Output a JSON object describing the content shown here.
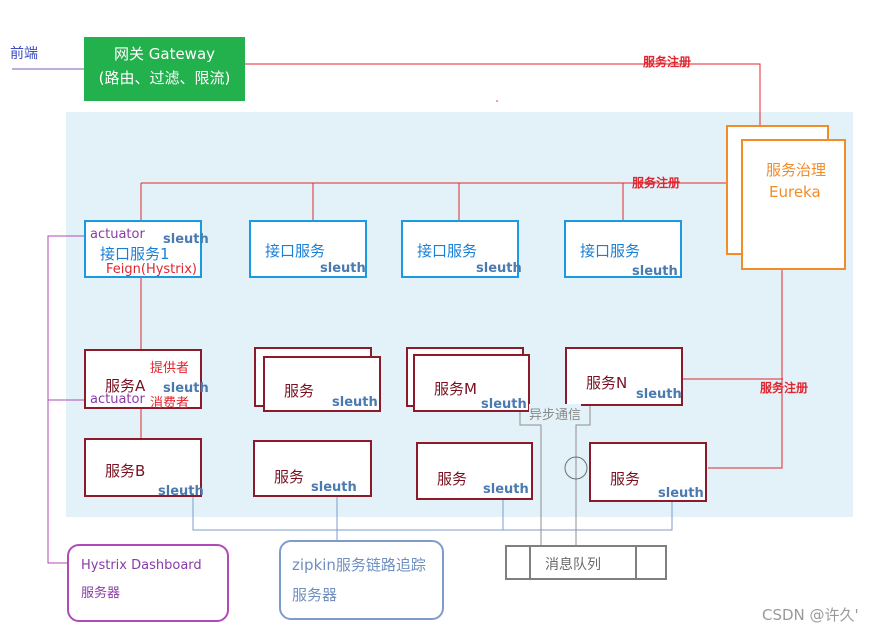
{
  "frontend_label": "前端",
  "gateway": {
    "line1": "网关 Gateway",
    "line2": "(路由、过滤、限流)"
  },
  "registration_label": "服务注册",
  "eureka": {
    "line1": "服务治理",
    "line2": "Eureka"
  },
  "sleuth_label": "sleuth",
  "actuator_label": "actuator",
  "api_services": {
    "first": {
      "title": "接口服务1",
      "subtitle": "Feign(Hystrix)"
    },
    "generic": "接口服务"
  },
  "services": {
    "a": {
      "title": "服务A",
      "provider": "提供者",
      "consumer": "消费者"
    },
    "b": "服务B",
    "generic": "服务",
    "m": "服务M",
    "n": "服务N"
  },
  "async_label": "异步通信",
  "message_queue": "消息队列",
  "hystrix_dashboard": {
    "line1": "Hystrix Dashboard",
    "line2": "服务器"
  },
  "zipkin": {
    "line1": "zipkin服务链路追踪",
    "line2": "服务器"
  },
  "watermark": "CSDN @许久'",
  "colors": {
    "gateway": "#23b14d",
    "eureka": "#f28c28",
    "api_border": "#1a9ae0",
    "service_border": "#8b1a2b",
    "registration_text": "#e0262f",
    "hystrix_border": "#b04ab8",
    "zipkin_border": "#7d9ccc",
    "panel_bg": "#e3f2f9"
  }
}
